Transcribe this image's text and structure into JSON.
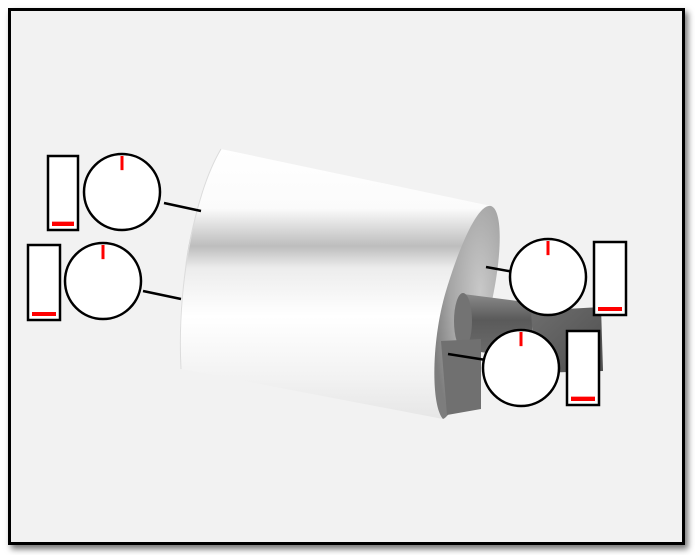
{
  "viewport": {
    "title": "",
    "background": "#f2f2f2",
    "frame_color": "#000000"
  },
  "colors": {
    "needle": "#ff0000",
    "level_fill": "#ff0000",
    "outline": "#000000",
    "dial_face": "#ffffff",
    "cylinder_light": "#ffffff",
    "cylinder_dark": "#6a6a6a"
  },
  "model": {
    "main_body": "cylinder",
    "shaft": "cylinder",
    "hub": "block"
  },
  "gauges": [
    {
      "id": "upper-left",
      "needle_angle_deg": 0,
      "level": 0.12,
      "icon": "dial-gauge-icon"
    },
    {
      "id": "lower-left",
      "needle_angle_deg": 0,
      "level": 0.1,
      "icon": "dial-gauge-icon"
    },
    {
      "id": "upper-right",
      "needle_angle_deg": 0,
      "level": 0.1,
      "icon": "dial-gauge-icon"
    },
    {
      "id": "lower-right",
      "needle_angle_deg": 0,
      "level": 0.12,
      "icon": "dial-gauge-icon"
    }
  ]
}
